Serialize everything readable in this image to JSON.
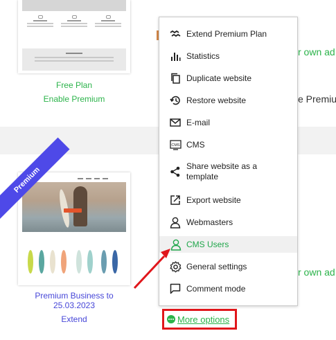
{
  "colors": {
    "accent_green": "#2bb34a",
    "premium_blue": "#4e49e8",
    "highlight_red": "#e0161b",
    "arrow_red": "#e0161b"
  },
  "free_card": {
    "plan_label": "Free Plan",
    "action_label": "Enable Premium"
  },
  "premium_card": {
    "ribbon_label": "Premium",
    "plan_label": "Premium Business to 25.03.2023",
    "action_label": "Extend"
  },
  "background_text": {
    "row1_right": "r own ad",
    "row1_right2": "e Premiu",
    "row2_right": "r own ad"
  },
  "menu": {
    "items": [
      {
        "label": "Extend Premium Plan",
        "icon": "extend-icon"
      },
      {
        "label": "Statistics",
        "icon": "bar-chart-icon"
      },
      {
        "label": "Duplicate website",
        "icon": "copy-icon"
      },
      {
        "label": "Restore website",
        "icon": "history-icon"
      },
      {
        "label": "E-mail",
        "icon": "envelope-icon"
      },
      {
        "label": "CMS",
        "icon": "cms-icon"
      },
      {
        "label": "Share website as a template",
        "icon": "share-icon"
      },
      {
        "label": "Export website",
        "icon": "export-icon"
      },
      {
        "label": "Webmasters",
        "icon": "user-icon"
      },
      {
        "label": "CMS Users",
        "icon": "users-icon",
        "highlighted": true
      },
      {
        "label": "General settings",
        "icon": "gear-icon"
      },
      {
        "label": "Comment mode",
        "icon": "comment-icon"
      }
    ]
  },
  "more_options": {
    "label": "More options",
    "icon": "dots-icon"
  }
}
